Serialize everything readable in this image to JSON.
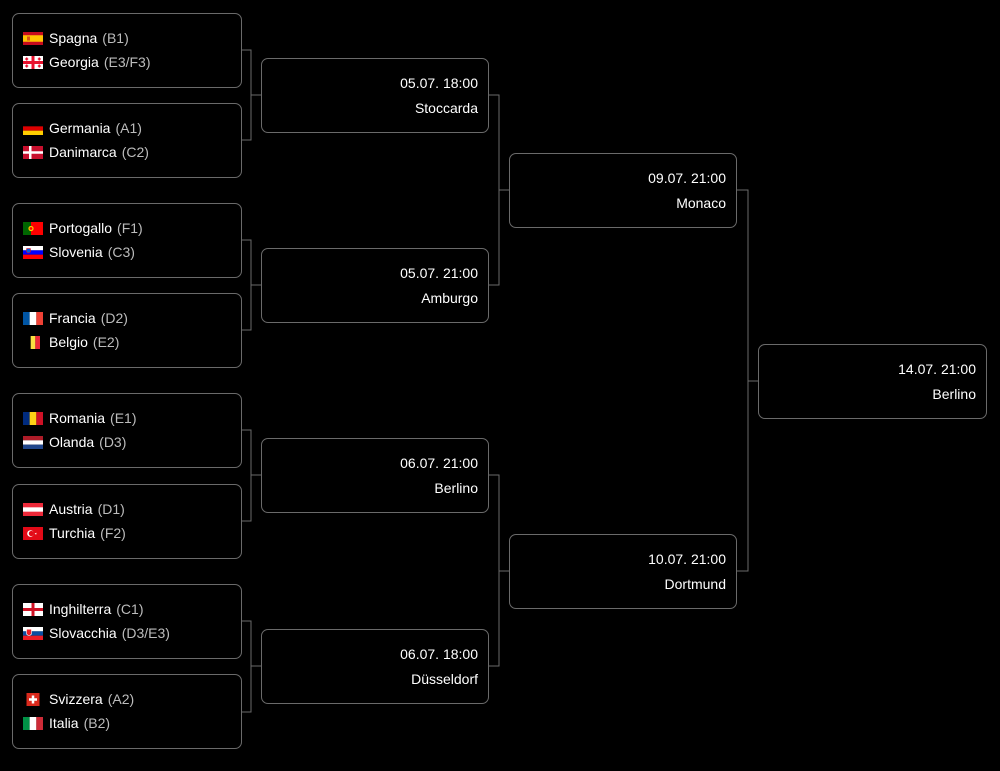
{
  "round_of_16": [
    {
      "teams": [
        {
          "name": "Spagna",
          "group": "(B1)",
          "flag_icon": "spain-flag-icon"
        },
        {
          "name": "Georgia",
          "group": "(E3/F3)",
          "flag_icon": "georgia-flag-icon"
        }
      ]
    },
    {
      "teams": [
        {
          "name": "Germania",
          "group": "(A1)",
          "flag_icon": "germany-flag-icon"
        },
        {
          "name": "Danimarca",
          "group": "(C2)",
          "flag_icon": "denmark-flag-icon"
        }
      ]
    },
    {
      "teams": [
        {
          "name": "Portogallo",
          "group": "(F1)",
          "flag_icon": "portugal-flag-icon"
        },
        {
          "name": "Slovenia",
          "group": "(C3)",
          "flag_icon": "slovenia-flag-icon"
        }
      ]
    },
    {
      "teams": [
        {
          "name": "Francia",
          "group": "(D2)",
          "flag_icon": "france-flag-icon"
        },
        {
          "name": "Belgio",
          "group": "(E2)",
          "flag_icon": "belgium-flag-icon"
        }
      ]
    },
    {
      "teams": [
        {
          "name": "Romania",
          "group": "(E1)",
          "flag_icon": "romania-flag-icon"
        },
        {
          "name": "Olanda",
          "group": "(D3)",
          "flag_icon": "netherlands-flag-icon"
        }
      ]
    },
    {
      "teams": [
        {
          "name": "Austria",
          "group": "(D1)",
          "flag_icon": "austria-flag-icon"
        },
        {
          "name": "Turchia",
          "group": "(F2)",
          "flag_icon": "turkey-flag-icon"
        }
      ]
    },
    {
      "teams": [
        {
          "name": "Inghilterra",
          "group": "(C1)",
          "flag_icon": "england-flag-icon"
        },
        {
          "name": "Slovacchia",
          "group": "(D3/E3)",
          "flag_icon": "slovakia-flag-icon"
        }
      ]
    },
    {
      "teams": [
        {
          "name": "Svizzera",
          "group": "(A2)",
          "flag_icon": "switzerland-flag-icon"
        },
        {
          "name": "Italia",
          "group": "(B2)",
          "flag_icon": "italy-flag-icon"
        }
      ]
    }
  ],
  "quarter_finals": [
    {
      "datetime": "05.07. 18:00",
      "venue": "Stoccarda"
    },
    {
      "datetime": "05.07. 21:00",
      "venue": "Amburgo"
    },
    {
      "datetime": "06.07. 21:00",
      "venue": "Berlino"
    },
    {
      "datetime": "06.07. 18:00",
      "venue": "Düsseldorf"
    }
  ],
  "semi_finals": [
    {
      "datetime": "09.07. 21:00",
      "venue": "Monaco"
    },
    {
      "datetime": "10.07. 21:00",
      "venue": "Dortmund"
    }
  ],
  "final": {
    "datetime": "14.07. 21:00",
    "venue": "Berlino"
  },
  "colors": {
    "background": "#000000",
    "border": "#6a6a6a",
    "text": "#ffffff",
    "group_text": "#bcbcbc"
  }
}
